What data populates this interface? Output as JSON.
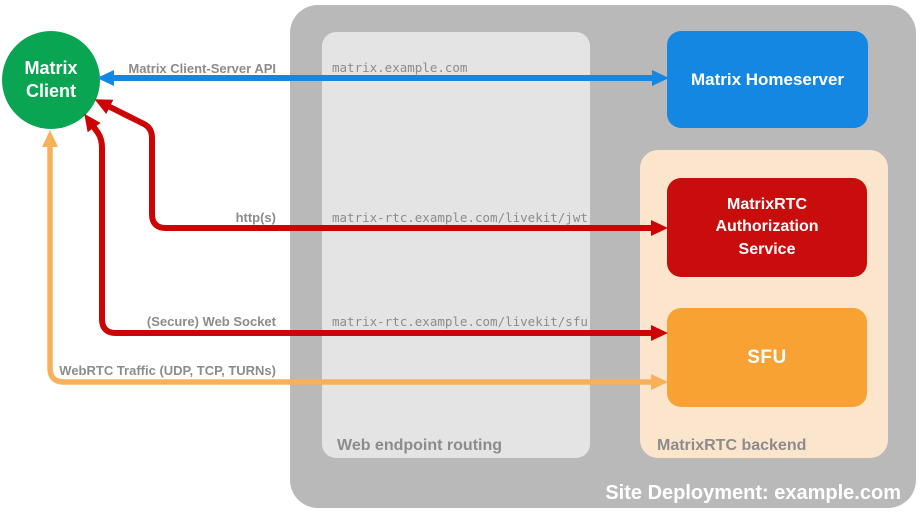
{
  "colors": {
    "site_gray": "#b9b9b9",
    "routing_gray": "#e4e4e4",
    "backend_peach": "#fce5cd",
    "green": "#09a552",
    "blue": "#1487e2",
    "red_box": "#c90d0d",
    "red_arrow": "#cc0404",
    "orange_box": "#f7a232",
    "orange_arrow": "#f8b05a",
    "label_gray": "#8c8c8c"
  },
  "nodes": {
    "client": {
      "label": "Matrix Client"
    },
    "homeserver": {
      "label": "Matrix Homeserver"
    },
    "auth_service": {
      "label": "MatrixRTC Authorization Service"
    },
    "sfu": {
      "label": "SFU"
    }
  },
  "containers": {
    "site": {
      "label": "Site Deployment: example.com"
    },
    "routing": {
      "label": "Web endpoint routing"
    },
    "backend": {
      "label": "MatrixRTC backend"
    }
  },
  "arrows": {
    "client_server_api": {
      "label": "Matrix Client-Server API",
      "endpoint": "matrix.example.com",
      "from": "Matrix Client",
      "to": "Matrix Homeserver",
      "bidirectional": true,
      "color": "#1487e2"
    },
    "https": {
      "label": "http(s)",
      "endpoint": "matrix-rtc.example.com/livekit/jwt",
      "from": "Matrix Client",
      "to": "MatrixRTC Authorization Service",
      "bidirectional": true,
      "color": "#cc0404"
    },
    "websocket": {
      "label": "(Secure) Web Socket",
      "endpoint": "matrix-rtc.example.com/livekit/sfu",
      "from": "Matrix Client",
      "to": "SFU",
      "bidirectional": true,
      "color": "#cc0404"
    },
    "webrtc": {
      "label": "WebRTC Traffic (UDP, TCP, TURNs)",
      "from": "Matrix Client",
      "to": "SFU",
      "bidirectional": true,
      "color": "#f8b05a"
    }
  }
}
